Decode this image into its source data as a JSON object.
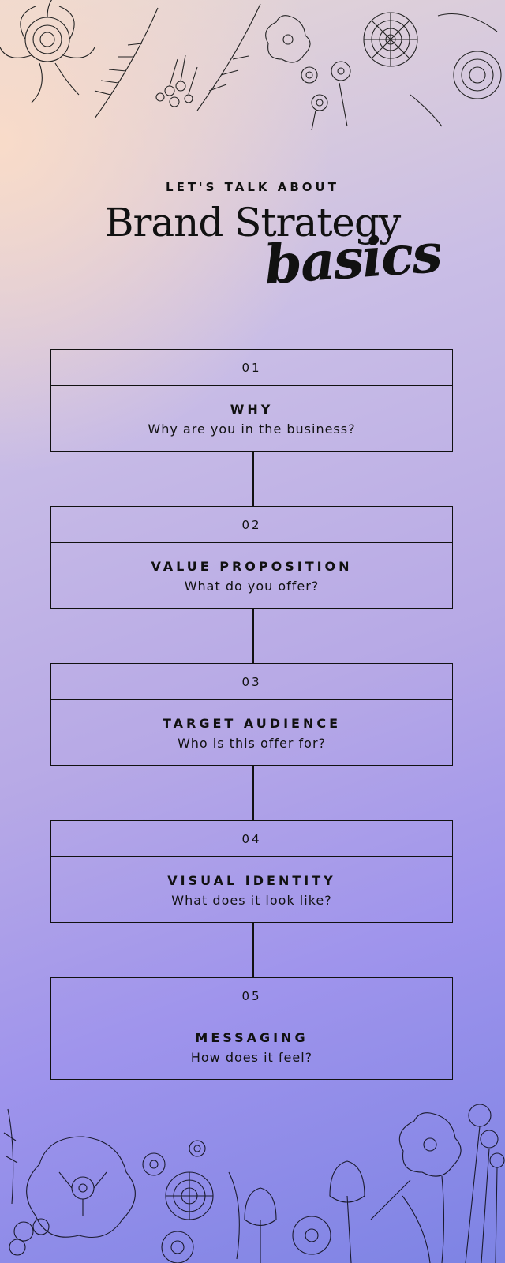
{
  "header": {
    "kicker": "LET'S TALK ABOUT",
    "title": "Brand Strategy",
    "script": "basics"
  },
  "steps": [
    {
      "number": "01",
      "heading": "WHY",
      "description": "Why are you in the business?"
    },
    {
      "number": "02",
      "heading": "VALUE PROPOSITION",
      "description": "What do you offer?"
    },
    {
      "number": "03",
      "heading": "TARGET AUDIENCE",
      "description": "Who is this offer for?"
    },
    {
      "number": "04",
      "heading": "VISUAL IDENTITY",
      "description": "What does it look like?"
    },
    {
      "number": "05",
      "heading": "MESSAGING",
      "description": "How does it feel?"
    }
  ],
  "decorations": {
    "top": "floral-line-art-icon",
    "bottom": "floral-line-art-icon"
  }
}
